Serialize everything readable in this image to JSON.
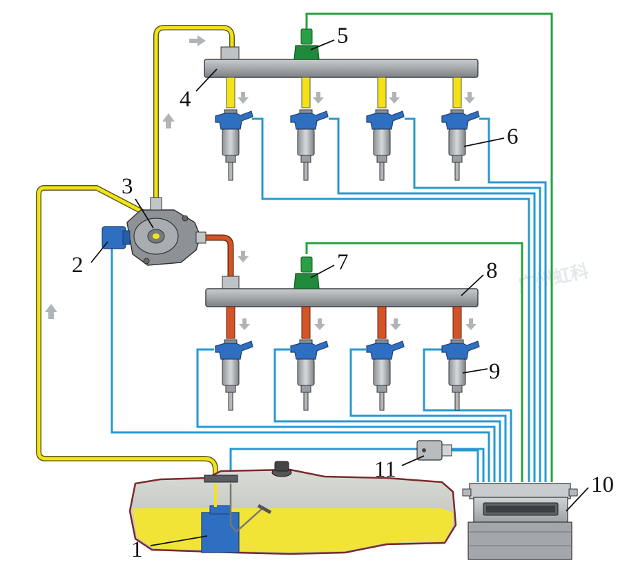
{
  "diagram": {
    "labels": [
      "1",
      "2",
      "3",
      "4",
      "5",
      "6",
      "7",
      "8",
      "9",
      "10",
      "11"
    ],
    "watermark": "广州虹科",
    "colors": {
      "high_pressure_fuel": "#f5e216",
      "low_pressure_fuel": "#d35427",
      "injector_wiring": "#2798d0",
      "sensor_wiring": "#23a13a",
      "rail": "#a4a8ab",
      "injector_body": "#2f6fc1",
      "fuel_tank_fill": "#f2e437",
      "tank_outline": "#7a2a2a"
    }
  }
}
